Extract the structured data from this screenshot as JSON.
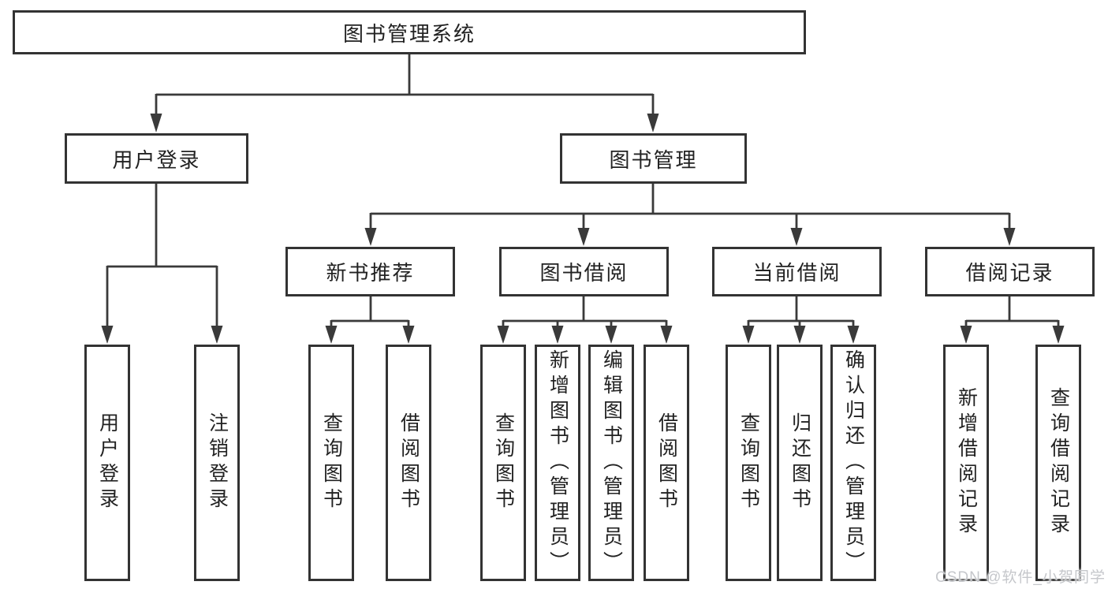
{
  "diagram": {
    "title_node": "图书管理系统",
    "branches": {
      "user": {
        "label": "用户登录",
        "leaves": [
          "用户登录",
          "注销登录"
        ]
      },
      "mgmt": {
        "label": "图书管理",
        "sections": [
          {
            "label": "新书推荐",
            "leaves": [
              "查询图书",
              "借阅图书"
            ]
          },
          {
            "label": "图书借阅",
            "leaves": [
              "查询图书",
              "新增图书（管理员）",
              "编辑图书（管理员）",
              "借阅图书"
            ]
          },
          {
            "label": "当前借阅",
            "leaves": [
              "查询图书",
              "归还图书",
              "确认归还（管理员）"
            ]
          },
          {
            "label": "借阅记录",
            "leaves": [
              "新增借阅记录",
              "查询借阅记录"
            ]
          }
        ]
      }
    }
  },
  "watermark": {
    "text": "CSDN @软件_小贺同学"
  },
  "colors": {
    "background": "#ffffff",
    "box_border": "#333333",
    "connector_line": "#3a3a3a",
    "text": "#222222",
    "watermark_text": "#c5c7cb"
  }
}
